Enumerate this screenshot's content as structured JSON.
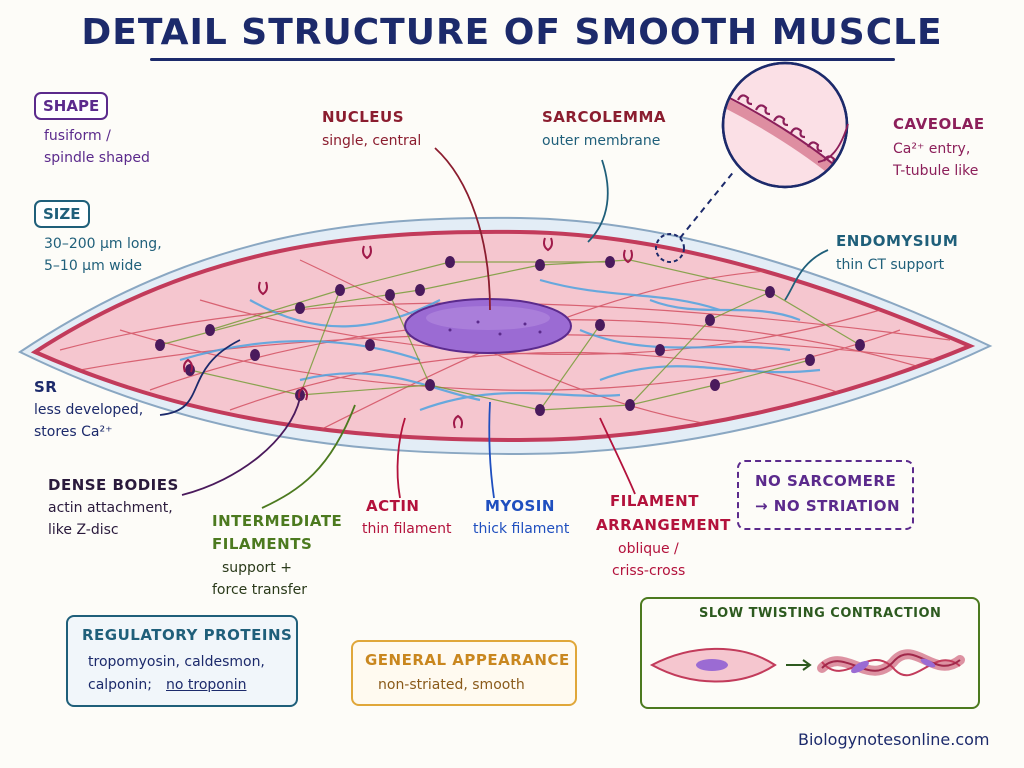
{
  "title": "DETAIL STRUCTURE OF SMOOTH MUSCLE",
  "colors": {
    "navy": "#1c2a6b",
    "purple": "#5b2a8c",
    "teal": "#1f5f7a",
    "maroon": "#8b1d2f",
    "crimson": "#b3123c",
    "magenta": "#8c1f5a",
    "green": "#4c7a1f",
    "blue": "#1f4fbf",
    "orange": "#c9871f",
    "cell_fill": "#f5c6cf",
    "cell_outline": "#c23b5b",
    "nucleus": "#9b6bd3"
  },
  "shape": {
    "heading": "SHAPE",
    "line1": "fusiform /",
    "line2": "spindle shaped"
  },
  "size": {
    "heading": "SIZE",
    "line1": "30–200 µm long,",
    "line2": "5–10 µm wide"
  },
  "nucleus": {
    "heading": "NUCLEUS",
    "desc": "single, central"
  },
  "sarcolemma": {
    "heading": "SARCOLEMMA",
    "desc": "outer membrane"
  },
  "caveolae": {
    "heading": "CAVEOLAE",
    "line1": "Ca²⁺ entry,",
    "line2": "T-tubule like"
  },
  "endomysium": {
    "heading": "ENDOMYSIUM",
    "desc": "thin CT support"
  },
  "sr": {
    "heading": "SR",
    "line1": "less developed,",
    "line2": "stores Ca²⁺"
  },
  "dense_bodies": {
    "heading": "DENSE BODIES",
    "line1": "actin attachment,",
    "line2": "like Z-disc"
  },
  "intermediate": {
    "heading1": "INTERMEDIATE",
    "heading2": "FILAMENTS",
    "line1": "support +",
    "line2": "force transfer"
  },
  "actin": {
    "heading": "ACTIN",
    "desc": "thin filament"
  },
  "myosin": {
    "heading": "MYOSIN",
    "desc": "thick filament"
  },
  "filament_arrangement": {
    "heading1": "FILAMENT",
    "heading2": "ARRANGEMENT",
    "line1": "oblique /",
    "line2": "criss-cross"
  },
  "no_sarcomere": {
    "line1": "NO SARCOMERE",
    "line2": "→ NO STRIATION"
  },
  "regulatory": {
    "heading": "REGULATORY PROTEINS",
    "line1": "tropomyosin, caldesmon,",
    "line2a": "calponin;",
    "line2b": "no troponin"
  },
  "general": {
    "heading": "GENERAL APPEARANCE",
    "desc": "non-striated, smooth"
  },
  "contraction": {
    "heading": "SLOW TWISTING CONTRACTION"
  },
  "footer": "Biologynotesonline.com"
}
